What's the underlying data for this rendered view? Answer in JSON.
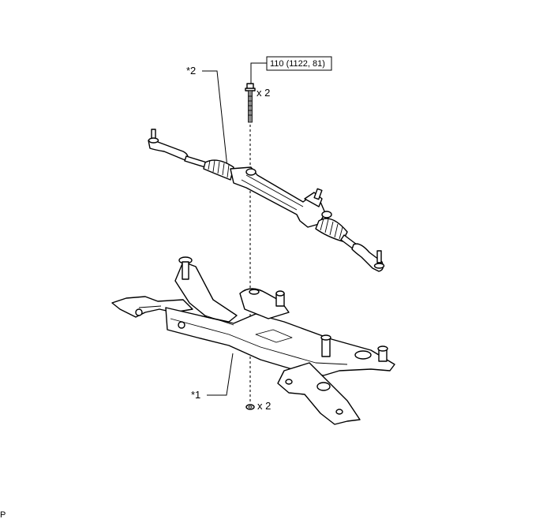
{
  "callouts": {
    "part2": "*2",
    "part1": "*1",
    "torque_spec": "110 (1122, 81)",
    "bolt_qty": "x 2",
    "nut_qty": "x 2"
  },
  "corner_mark": "P",
  "colors": {
    "line": "#000000",
    "background": "#ffffff"
  }
}
